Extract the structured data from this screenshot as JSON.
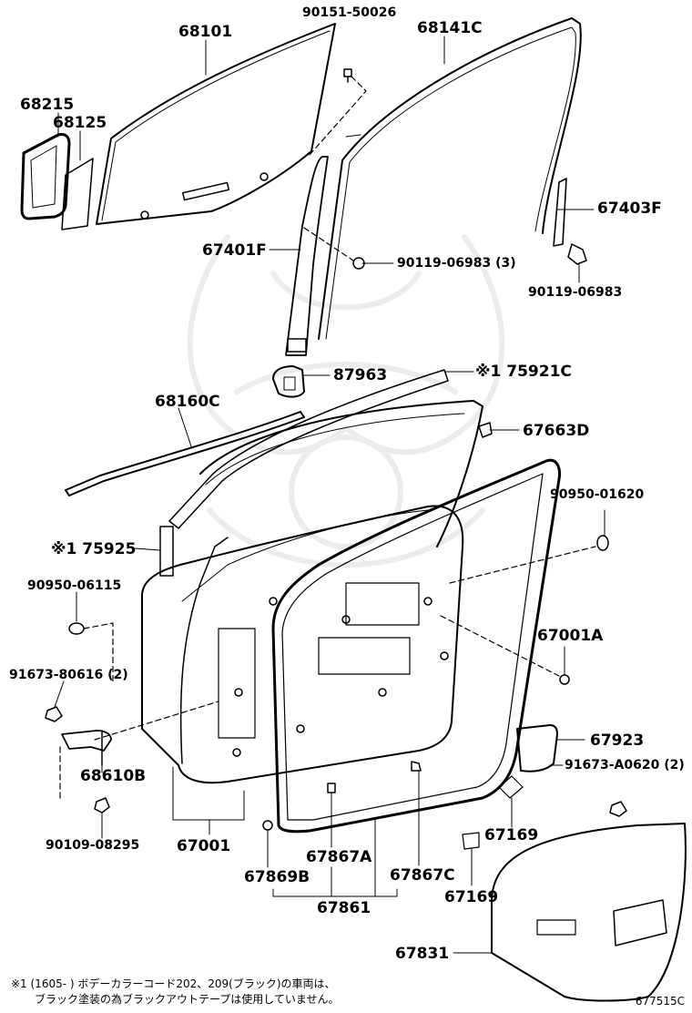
{
  "parts": {
    "p68101": "68101",
    "p90151_50026": "90151-50026",
    "p68141c": "68141C",
    "p68215": "68215",
    "p68125": "68125",
    "p67403f": "67403F",
    "p67401f": "67401F",
    "p90119_06983_3": "90119-06983 (3)",
    "p90119_06983": "90119-06983",
    "p87963": "87963",
    "p75921c": "※1 75921C",
    "p68160c": "68160C",
    "p67663d": "67663D",
    "p90950_01620": "90950-01620",
    "p75925": "※1 75925",
    "p90950_06115": "90950-06115",
    "p67001a": "67001A",
    "p91673_80616_2": "91673-80616 (2)",
    "p67923": "67923",
    "p91673_a0620_2": "91673-A0620 (2)",
    "p68610b": "68610B",
    "p67169a": "67169",
    "p90109_08295": "90109-08295",
    "p67001": "67001",
    "p67867a": "67867A",
    "p67869b": "67869B",
    "p67867c": "67867C",
    "p67169b": "67169",
    "p67861": "67861",
    "p67831": "67831"
  },
  "footnote": {
    "line1": "※1 (1605-      ) ボデーカラーコード202、209(ブラック)の車両は、",
    "line2": "ブラック塗装の為ブラックアウトテープは使用していません。"
  },
  "diagram_code": "677515C"
}
